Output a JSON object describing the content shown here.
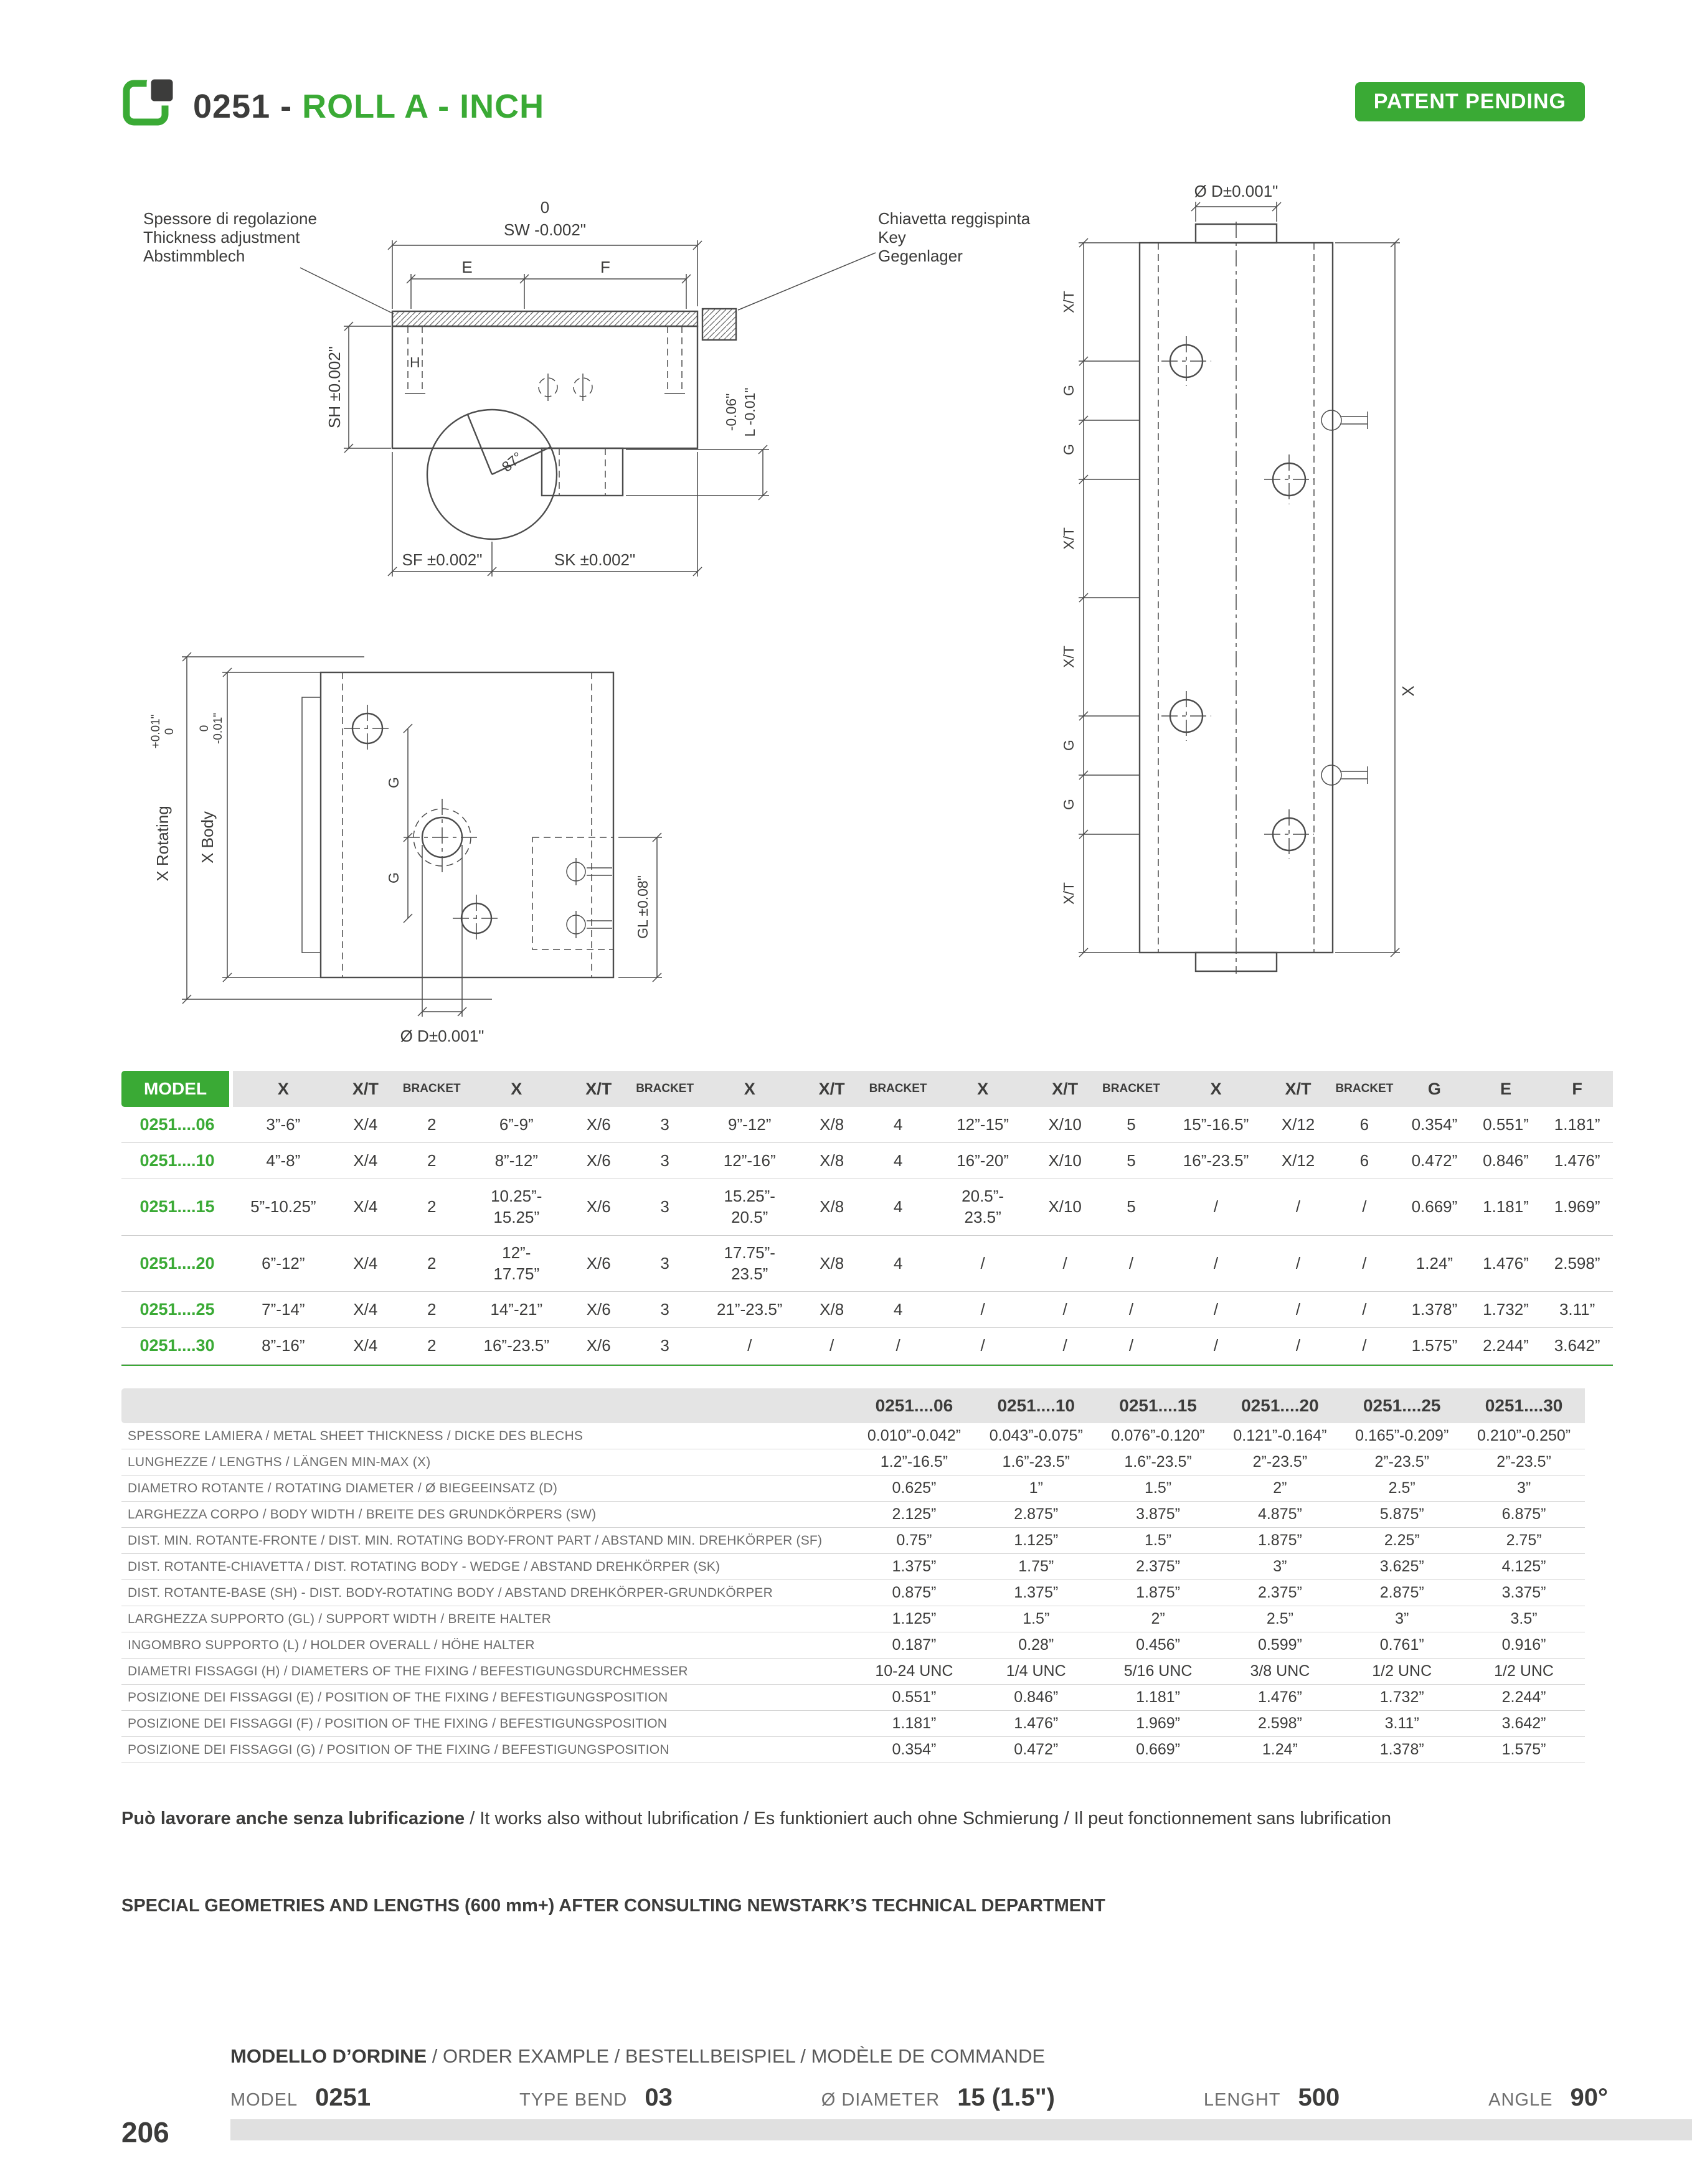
{
  "header": {
    "title_prefix": "0251 - ",
    "title_main": "ROLL A - INCH",
    "patent_badge": "PATENT PENDING"
  },
  "drawings": {
    "side_view": {
      "thickness_label": {
        "l1": "Spessore di regolazione",
        "l2": "Thickness adjustment",
        "l3": "Abstimmblech"
      },
      "sw_top": "0",
      "sw_dim": "SW -0.002\"",
      "key_label": {
        "l1": "Chiavetta reggispinta",
        "l2": "Key",
        "l3": "Gegenlager"
      },
      "dim_e": "E",
      "dim_f": "F",
      "dim_h": "H",
      "dim_sh": "SH ±0.002\"",
      "angle": "87°",
      "dim_sf": "SF ±0.002\"",
      "dim_sk": "SK ±0.002\"",
      "dim_l_top": "-0.06\"",
      "dim_l_bottom": "L -0.01\""
    },
    "top_view": {
      "x_rotating": "X Rotating",
      "x_rotating_tol_top": "+0.01\"",
      "x_rotating_tol_bottom": "0",
      "x_body": "X Body",
      "x_body_tol_top": "0",
      "x_body_tol_bottom": "-0.01\"",
      "g1": "G",
      "g2": "G",
      "gl": "GL ±0.08\"",
      "d": "Ø D±0.001\""
    },
    "front_view": {
      "d": "Ø D±0.001\"",
      "seg1": "X/T",
      "seg2": "G",
      "seg3": "G",
      "seg4": "X/T",
      "seg5": "X/T",
      "seg6": "G",
      "seg7": "G",
      "seg8": "X/T",
      "x_total": "X"
    }
  },
  "model_table": {
    "headers": [
      "MODEL",
      "X",
      "X/T",
      "BRACKET",
      "X",
      "X/T",
      "BRACKET",
      "X",
      "X/T",
      "BRACKET",
      "X",
      "X/T",
      "BRACKET",
      "X",
      "X/T",
      "BRACKET",
      "G",
      "E",
      "F"
    ],
    "rows": [
      [
        "0251....06",
        "3”-6”",
        "X/4",
        "2",
        "6”-9”",
        "X/6",
        "3",
        "9”-12”",
        "X/8",
        "4",
        "12”-15”",
        "X/10",
        "5",
        "15”-16.5”",
        "X/12",
        "6",
        "0.354”",
        "0.551”",
        "1.181”"
      ],
      [
        "0251....10",
        "4”-8”",
        "X/4",
        "2",
        "8”-12”",
        "X/6",
        "3",
        "12”-16”",
        "X/8",
        "4",
        "16”-20”",
        "X/10",
        "5",
        "16”-23.5”",
        "X/12",
        "6",
        "0.472”",
        "0.846”",
        "1.476”"
      ],
      [
        "0251....15",
        "5”-10.25”",
        "X/4",
        "2",
        "10.25”-\n15.25”",
        "X/6",
        "3",
        "15.25”-\n20.5”",
        "X/8",
        "4",
        "20.5”-\n23.5”",
        "X/10",
        "5",
        "/",
        "/",
        "/",
        "0.669”",
        "1.181”",
        "1.969”"
      ],
      [
        "0251....20",
        "6”-12”",
        "X/4",
        "2",
        "12”-\n17.75”",
        "X/6",
        "3",
        "17.75”-\n23.5”",
        "X/8",
        "4",
        "/",
        "/",
        "/",
        "/",
        "/",
        "/",
        "1.24”",
        "1.476”",
        "2.598”"
      ],
      [
        "0251....25",
        "7”-14”",
        "X/4",
        "2",
        "14”-21”",
        "X/6",
        "3",
        "21”-23.5”",
        "X/8",
        "4",
        "/",
        "/",
        "/",
        "/",
        "/",
        "/",
        "1.378”",
        "1.732”",
        "3.11”"
      ],
      [
        "0251....30",
        "8”-16”",
        "X/4",
        "2",
        "16”-23.5”",
        "X/6",
        "3",
        "/",
        "/",
        "/",
        "/",
        "/",
        "/",
        "/",
        "/",
        "/",
        "1.575”",
        "2.244”",
        "3.642”"
      ]
    ]
  },
  "spec_table": {
    "headers": [
      "",
      "0251....06",
      "0251....10",
      "0251....15",
      "0251....20",
      "0251....25",
      "0251....30"
    ],
    "rows": [
      [
        "SPESSORE LAMIERA / METAL SHEET THICKNESS / DICKE DES BLECHS",
        "0.010”-0.042”",
        "0.043”-0.075”",
        "0.076”-0.120”",
        "0.121”-0.164”",
        "0.165”-0.209”",
        "0.210”-0.250”"
      ],
      [
        "LUNGHEZZE / LENGTHS / LÄNGEN MIN-MAX (X)",
        "1.2”-16.5”",
        "1.6”-23.5”",
        "1.6”-23.5”",
        "2”-23.5”",
        "2”-23.5”",
        "2”-23.5”"
      ],
      [
        "DIAMETRO ROTANTE / ROTATING DIAMETER / Ø BIEGEEINSATZ (D)",
        "0.625”",
        "1”",
        "1.5”",
        "2”",
        "2.5”",
        "3”"
      ],
      [
        "LARGHEZZA CORPO / BODY WIDTH / BREITE DES GRUNDKÖRPERS (SW)",
        "2.125”",
        "2.875”",
        "3.875”",
        "4.875”",
        "5.875”",
        "6.875”"
      ],
      [
        "DIST. MIN. ROTANTE-FRONTE / DIST. MIN. ROTATING BODY-FRONT PART / ABSTAND MIN. DREHKÖRPER  (SF)",
        "0.75”",
        "1.125”",
        "1.5”",
        "1.875”",
        "2.25”",
        "2.75”"
      ],
      [
        "DIST. ROTANTE-CHIAVETTA / DIST. ROTATING BODY - WEDGE / ABSTAND DREHKÖRPER (SK)",
        "1.375”",
        "1.75”",
        "2.375”",
        "3”",
        "3.625”",
        "4.125”"
      ],
      [
        "DIST. ROTANTE-BASE (SH) - DIST. BODY-ROTATING BODY / ABSTAND DREHKÖRPER-GRUNDKÖRPER",
        "0.875”",
        "1.375”",
        "1.875”",
        "2.375”",
        "2.875”",
        "3.375”"
      ],
      [
        "LARGHEZZA SUPPORTO (GL) / SUPPORT WIDTH / BREITE HALTER",
        "1.125”",
        "1.5”",
        "2”",
        "2.5”",
        "3”",
        "3.5”"
      ],
      [
        "INGOMBRO SUPPORTO (L) / HOLDER OVERALL / HÖHE HALTER",
        "0.187”",
        "0.28”",
        "0.456”",
        "0.599”",
        "0.761”",
        "0.916”"
      ],
      [
        "DIAMETRI FISSAGGI (H) / DIAMETERS OF THE FIXING / BEFESTIGUNGSDURCHMESSER",
        "10-24 UNC",
        "1/4 UNC",
        "5/16 UNC",
        "3/8 UNC",
        "1/2 UNC",
        "1/2 UNC"
      ],
      [
        "POSIZIONE DEI FISSAGGI (E) / POSITION OF THE FIXING / BEFESTIGUNGSPOSITION",
        "0.551”",
        "0.846”",
        "1.181”",
        "1.476”",
        "1.732”",
        "2.244”"
      ],
      [
        "POSIZIONE DEI FISSAGGI (F) / POSITION OF THE FIXING / BEFESTIGUNGSPOSITION",
        "1.181”",
        "1.476”",
        "1.969”",
        "2.598”",
        "3.11”",
        "3.642”"
      ],
      [
        "POSIZIONE DEI FISSAGGI (G) / POSITION OF THE FIXING / BEFESTIGUNGSPOSITION",
        "0.354”",
        "0.472”",
        "0.669”",
        "1.24”",
        "1.378”",
        "1.575”"
      ]
    ]
  },
  "notes": {
    "lubrication_bold": "Può lavorare anche senza lubrificazione",
    "lubrication_rest": " / It works also without lubrification / Es funktioniert auch ohne Schmierung / Il peut fonctionnement sans lubrification",
    "special": "SPECIAL GEOMETRIES AND LENGTHS (600 mm+) AFTER CONSULTING NEWSTARK’S TECHNICAL DEPARTMENT"
  },
  "order_example": {
    "heading_bold": "MODELLO D’ORDINE",
    "heading_rest": " / ORDER EXAMPLE / BESTELLBEISPIEL / MODÈLE DE COMMANDE",
    "fields": [
      {
        "label": "MODEL",
        "value": "0251"
      },
      {
        "label": "TYPE BEND",
        "value": "03"
      },
      {
        "label": "Ø DIAMETER",
        "value": "15 (1.5\")"
      },
      {
        "label": "LENGHT",
        "value": "500"
      },
      {
        "label": "ANGLE",
        "value": "90°"
      }
    ]
  },
  "footer": {
    "page_number": "206"
  },
  "colors": {
    "accent_green": "#3aaa35",
    "header_gray": "#e4e4e4"
  }
}
